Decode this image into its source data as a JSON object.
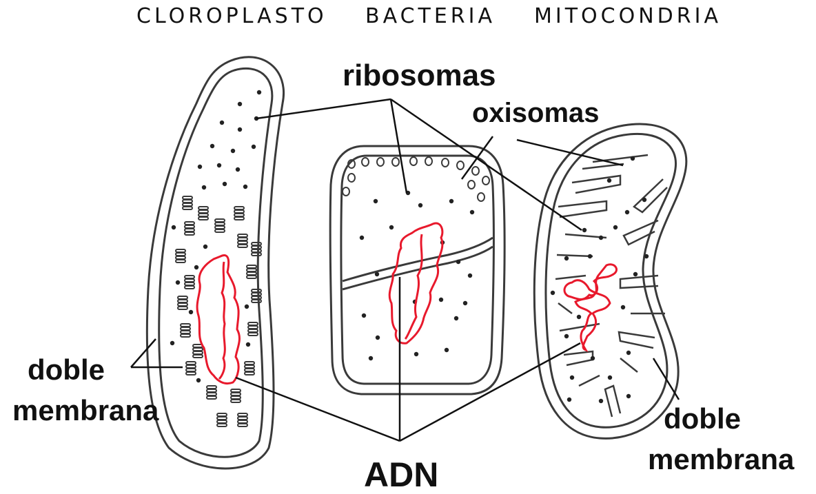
{
  "headers": {
    "chloroplast": "CLOROPLASTO",
    "bacteria": "BACTERIA",
    "mitochondria": "MITOCONDRIA"
  },
  "labels": {
    "ribosomes": "ribosomas",
    "oxisomes": "oxisomas",
    "left_double_1": "doble",
    "left_double_2": "membrana",
    "right_double_1": "doble",
    "right_double_2": "membrana",
    "dna": "ADN"
  },
  "colors": {
    "outline": "#3a3a3a",
    "dna": "#e8192c",
    "text": "#111111",
    "background": "#ffffff"
  }
}
